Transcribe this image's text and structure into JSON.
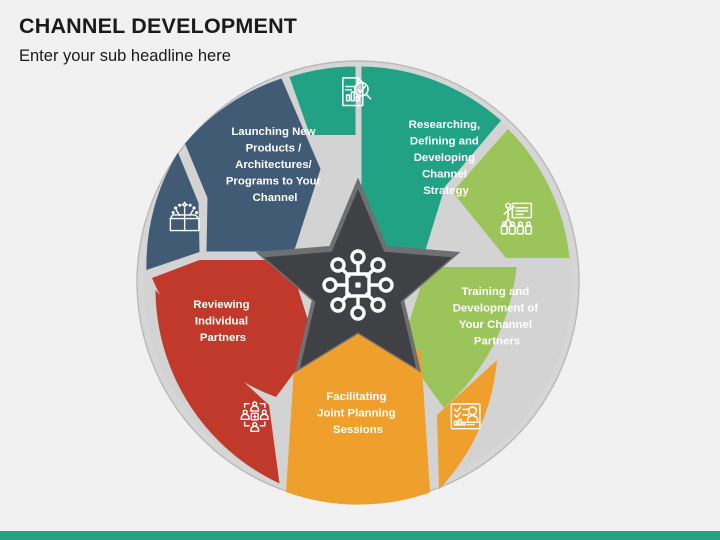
{
  "slide": {
    "title": "CHANNEL DEVELOPMENT",
    "subtitle": "Enter your sub headline here",
    "background_color": "#f1f1f1",
    "accent_bar_color": "#21a284"
  },
  "diagram": {
    "type": "segmented-circle-wheel",
    "center_shape": "star",
    "center_fill": "#3f4144",
    "center_ring_fill": "#5a5c5f",
    "center_icon": "network-hub-icon",
    "gap_color": "#d3d3d3",
    "outer_ring_color": "#cfcfcf",
    "segment_count": 5,
    "segments": [
      {
        "id": "researching",
        "label": "Researching, Defining and Developing Channel Strategy",
        "lines": [
          "Researching,",
          "Defining and",
          "Developing",
          "Channel",
          "Strategy"
        ],
        "color": "#21a284",
        "icon": "document-chart-magnifier-icon",
        "icon_color": "#ffffff"
      },
      {
        "id": "training",
        "label": "Training and Development of Your Channel Partners",
        "lines": [
          "Training and",
          "Development of",
          "Your Channel",
          "Partners"
        ],
        "color": "#9bc45b",
        "icon": "presenter-whiteboard-audience-icon",
        "icon_color": "#ffffff"
      },
      {
        "id": "facilitating",
        "label": "Facilitating Joint Planning Sessions",
        "lines": [
          "Facilitating",
          "Joint Planning",
          "Sessions"
        ],
        "color": "#efa02c",
        "icon": "planning-board-person-icon",
        "icon_color": "#ffffff"
      },
      {
        "id": "reviewing",
        "label": "Reviewing Individual Partners",
        "lines": [
          "Reviewing",
          "Individual",
          "Partners"
        ],
        "color": "#c0392b",
        "icon": "people-network-icon",
        "icon_color": "#ffffff"
      },
      {
        "id": "launching",
        "label": "Launching New Products / Architectures/ Programs to Your Channel",
        "lines": [
          "Launching New",
          "Products /",
          "Architectures/",
          "Programs to Your",
          "Channel"
        ],
        "color": "#415b75",
        "icon": "open-box-sparkle-icon",
        "icon_color": "#ffffff"
      }
    ]
  }
}
